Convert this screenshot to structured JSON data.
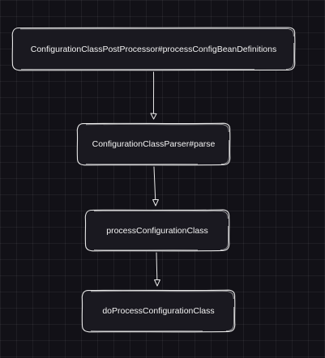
{
  "diagram": {
    "nodes": [
      {
        "id": "n1",
        "label": "ConfigurationClassPostProcessor#processConfigBeanDefinitions"
      },
      {
        "id": "n2",
        "label": "ConfigurationClassParser#parse"
      },
      {
        "id": "n3",
        "label": "processConfigurationClass"
      },
      {
        "id": "n4",
        "label": "doProcessConfigurationClass"
      }
    ],
    "edges": [
      {
        "from": "n1",
        "to": "n2"
      },
      {
        "from": "n2",
        "to": "n3"
      },
      {
        "from": "n3",
        "to": "n4"
      }
    ],
    "colors": {
      "background": "#121117",
      "stroke": "#e8e8e8",
      "box_fill": "#1a1920",
      "text": "#f2f2f2"
    }
  }
}
